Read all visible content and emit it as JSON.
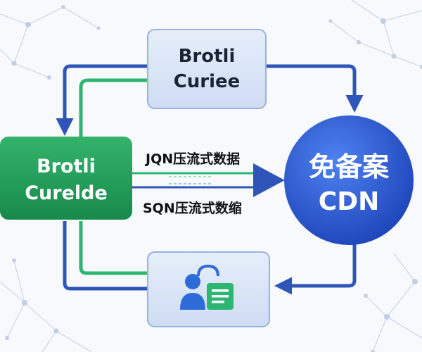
{
  "nodes": {
    "top_box": {
      "line1": "Brotli",
      "line2": "Curiee"
    },
    "left_box": {
      "line1": "Brotli",
      "line2": "Curelde"
    },
    "cdn_circle": {
      "line1": "免备案",
      "line2": "CDN"
    },
    "bottom_box": {
      "icon": "user-document-icon"
    }
  },
  "edge_labels": {
    "upper": "JQN压流式数据",
    "lower": "SQN压流式数缩"
  },
  "colors": {
    "blue_arrow": "#2f55b8",
    "green_arrow": "#2db672",
    "green_node": "#1f9d5a",
    "cdn_blue": "#2452c8",
    "box_fill": "#dbe6f7",
    "box_stroke": "#9ab2dc"
  }
}
